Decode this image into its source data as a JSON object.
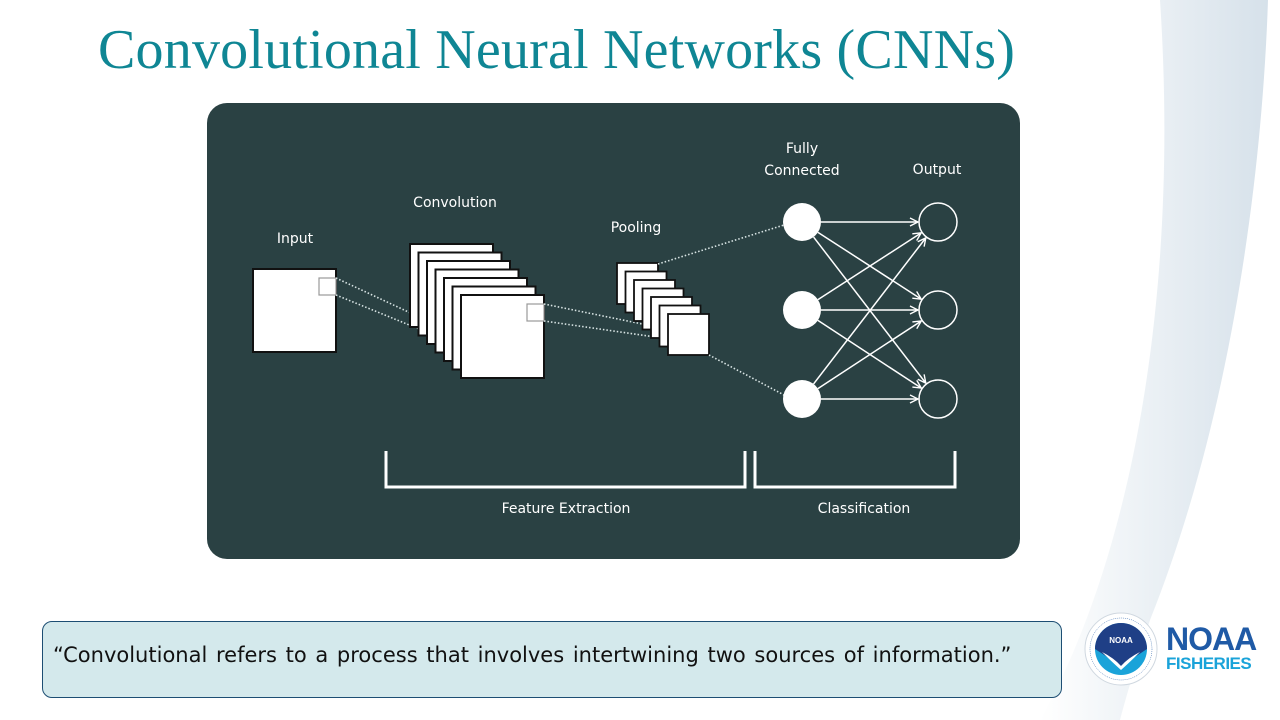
{
  "slide": {
    "title": "Convolutional Neural Networks (CNNs)"
  },
  "diagram": {
    "labels": {
      "input": "Input",
      "convolution": "Convolution",
      "pooling": "Pooling",
      "fully_connected_line1": "Fully",
      "fully_connected_line2": "Connected",
      "output": "Output",
      "feature_extraction": "Feature Extraction",
      "classification": "Classification"
    },
    "layers": {
      "convolution_feature_maps": 7,
      "pooling_feature_maps": 7,
      "fully_connected_nodes": 3,
      "output_nodes": 3
    },
    "colors": {
      "panel": "#2a4143",
      "foreground": "#ffffff"
    }
  },
  "quote": {
    "text": "“Convolutional  refers to a process that involves intertwining  two sources of information.”"
  },
  "logo": {
    "seal_text": "NOAA",
    "name": "NOAA",
    "subtitle": "FISHERIES"
  },
  "colors": {
    "title": "#0f8694",
    "quote_bg": "#d4e9ec",
    "quote_border": "#1d4e73",
    "logo_dark_blue": "#1f5aa6",
    "logo_light_blue": "#1aa3d9"
  }
}
